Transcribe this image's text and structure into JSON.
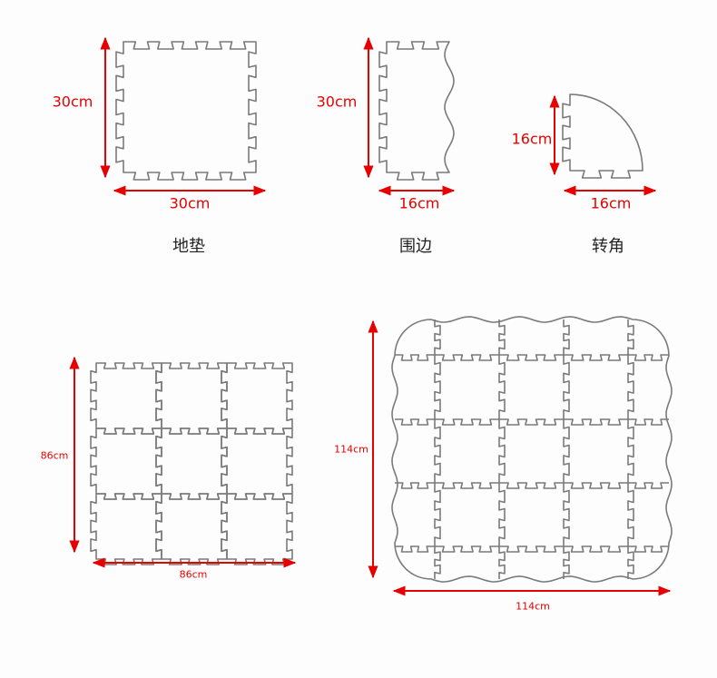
{
  "colors": {
    "dimension": "#e60000",
    "outline": "#7a7a7a",
    "caption": "#222222"
  },
  "pieces": [
    {
      "name": "floor-mat",
      "caption": "地垫",
      "height_label": "30cm",
      "width_label": "30cm"
    },
    {
      "name": "border",
      "caption": "围边",
      "height_label": "30cm",
      "width_label": "16cm"
    },
    {
      "name": "corner",
      "caption": "转角",
      "height_label": "16cm",
      "width_label": "16cm"
    }
  ],
  "assemblies": [
    {
      "name": "3x3-mat",
      "height_label": "86cm",
      "width_label": "86cm"
    },
    {
      "name": "3x3-mat-with-borders",
      "height_label": "114cm",
      "width_label": "114cm"
    }
  ]
}
